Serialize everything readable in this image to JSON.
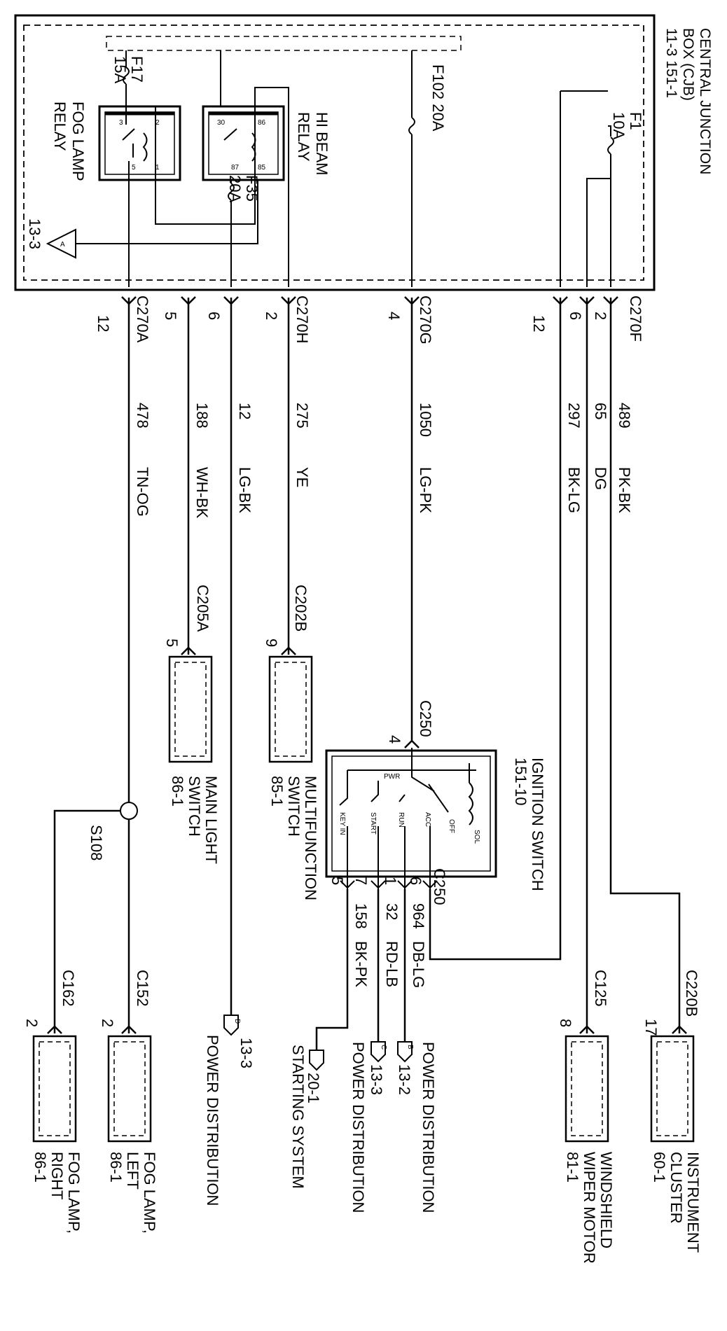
{
  "cjb": {
    "title": [
      "CENTRAL JUNCTION",
      "BOX (CJB)",
      "11-3   151-1"
    ],
    "fog_relay": [
      "FOG LAMP",
      "RELAY"
    ],
    "hi_beam_relay": [
      "HI BEAM",
      "RELAY"
    ],
    "ground_ref": "13-3",
    "ground_letter": "A",
    "fuses": {
      "f17": [
        "F17",
        "15A"
      ],
      "f35": [
        "F35",
        "20A"
      ],
      "f102": "F102  20A",
      "f1": [
        "F1",
        "10A"
      ]
    },
    "relay_pins": {
      "fog": [
        "3",
        "2",
        "5",
        "1"
      ],
      "hibeam": [
        "30",
        "86",
        "87",
        "85"
      ]
    }
  },
  "connectors": {
    "c270a": "C270A",
    "c270h": "C270H",
    "c270g": "C270G",
    "c270f": "C270F",
    "c205a": "C205A",
    "c202b": "C202B",
    "c250_top": "C250",
    "c250_bottom": "C250",
    "c162": "C162",
    "c152": "C152",
    "c125": "C125",
    "c220b": "C220B"
  },
  "pins": {
    "c270a": "12",
    "c270h_wh": "5",
    "c270h_lg": "6",
    "c270h_ye": "2",
    "c270g": "4",
    "c270f_bk": "12",
    "c270f_dg": "6",
    "c270f_pk": "2",
    "c205a": "5",
    "c202b": "9",
    "c250_in": "4",
    "c250_out": [
      "5",
      "7",
      "1",
      "6"
    ],
    "c162": "2",
    "c152": "2",
    "c125": "8",
    "c220b": "17"
  },
  "wires": [
    {
      "circuit": "478",
      "color": "TN-OG"
    },
    {
      "circuit": "188",
      "color": "WH-BK"
    },
    {
      "circuit": "12",
      "color": "LG-BK"
    },
    {
      "circuit": "275",
      "color": "YE"
    },
    {
      "circuit": "1050",
      "color": "LG-PK"
    },
    {
      "circuit": "297",
      "color": "BK-LG"
    },
    {
      "circuit": "65",
      "color": "DG"
    },
    {
      "circuit": "489",
      "color": "PK-BK"
    }
  ],
  "ign_wires": [
    {
      "circuit": "158",
      "color": "BK-PK"
    },
    {
      "circuit": "32",
      "color": "RD-LB"
    },
    {
      "circuit": "964",
      "color": "DB-LG"
    }
  ],
  "splice": "S108",
  "components": {
    "main_light": [
      "MAIN LIGHT",
      "SWITCH",
      "86-1"
    ],
    "multifunction": [
      "MULTIFUNCTION",
      "SWITCH",
      "85-1"
    ],
    "ignition": [
      "IGNITION SWITCH",
      "151-10"
    ],
    "ignition_positions": [
      "PWR",
      "KEY IN",
      "START",
      "RUN",
      "ACC",
      "OFF",
      "SOL"
    ],
    "fog_right": [
      "FOG LAMP,",
      "RIGHT",
      "86-1"
    ],
    "fog_left": [
      "FOG LAMP,",
      "LEFT",
      "86-1"
    ],
    "wiper": [
      "WINDSHIELD",
      "WIPER MOTOR",
      "81-1"
    ],
    "cluster": [
      "INSTRUMENT",
      "CLUSTER",
      "60-1"
    ]
  },
  "refs": {
    "d": {
      "letter": "D",
      "page": "13-3",
      "label": "POWER DISTRIBUTION"
    },
    "start": {
      "page": "20-1",
      "label": "STARTING SYSTEM"
    },
    "c": {
      "letter": "C",
      "page": "13-3",
      "label": "POWER DISTRIBUTION"
    },
    "b": {
      "letter": "B",
      "page": "13-2",
      "label": "POWER DISTRIBUTION"
    }
  }
}
